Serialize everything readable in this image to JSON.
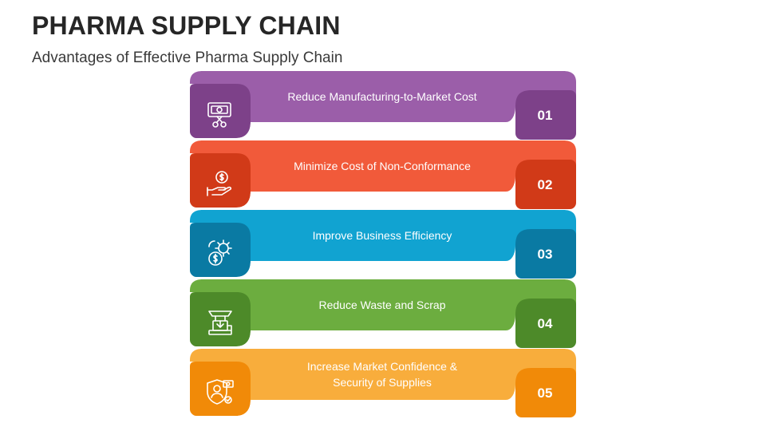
{
  "header": {
    "title": "PHARMA SUPPLY CHAIN",
    "subtitle": "Advantages of Effective Pharma Supply Chain"
  },
  "rows": [
    {
      "label": "Reduce Manufacturing-to-Market Cost",
      "number": "01",
      "icon": "cost-reduction-icon",
      "light": "#9b5ea9",
      "dark": "#7d4189"
    },
    {
      "label": "Minimize Cost of Non-Conformance",
      "number": "02",
      "icon": "money-hand-icon",
      "light": "#f15a3a",
      "dark": "#d13a18"
    },
    {
      "label": "Improve Business Efficiency",
      "number": "03",
      "icon": "business-gears-icon",
      "light": "#11a3d1",
      "dark": "#0a7aa3"
    },
    {
      "label": "Reduce Waste and Scrap",
      "number": "04",
      "icon": "waste-machine-icon",
      "light": "#6cad3f",
      "dark": "#4d8a29"
    },
    {
      "label": "Increase Market Confidence &\nSecurity of Supplies",
      "number": "05",
      "icon": "security-shield-icon",
      "light": "#f8ad3c",
      "dark": "#f18a08"
    }
  ]
}
